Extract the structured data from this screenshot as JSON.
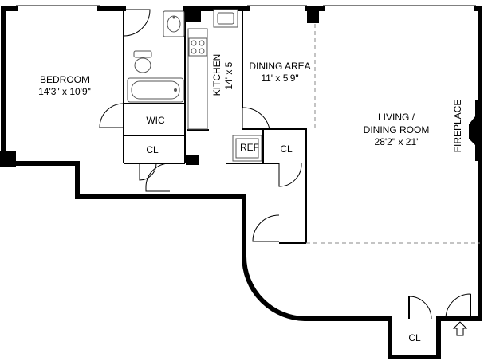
{
  "rooms": {
    "bedroom": {
      "name": "BEDROOM",
      "size": "14'3\" x 10'9\""
    },
    "wic": {
      "name": "WIC"
    },
    "closet_bedroom": {
      "name": "CL"
    },
    "kitchen": {
      "name": "KITCHEN",
      "size": "14' x 5'"
    },
    "dining_area": {
      "name": "DINING AREA",
      "size": "11' x 5'9\""
    },
    "ref": {
      "name": "REF"
    },
    "closet_hall": {
      "name": "CL"
    },
    "living": {
      "name_line1": "LIVING /",
      "name_line2": "DINING ROOM",
      "size": "28'2\" x 21'"
    },
    "fireplace": {
      "name": "FIREPLACE"
    },
    "closet_entry": {
      "name": "CL"
    }
  },
  "icons": [
    "entry-arrow-icon",
    "sink-icon",
    "toilet-icon",
    "bathtub-icon",
    "stove-icon",
    "fireplace-icon"
  ]
}
